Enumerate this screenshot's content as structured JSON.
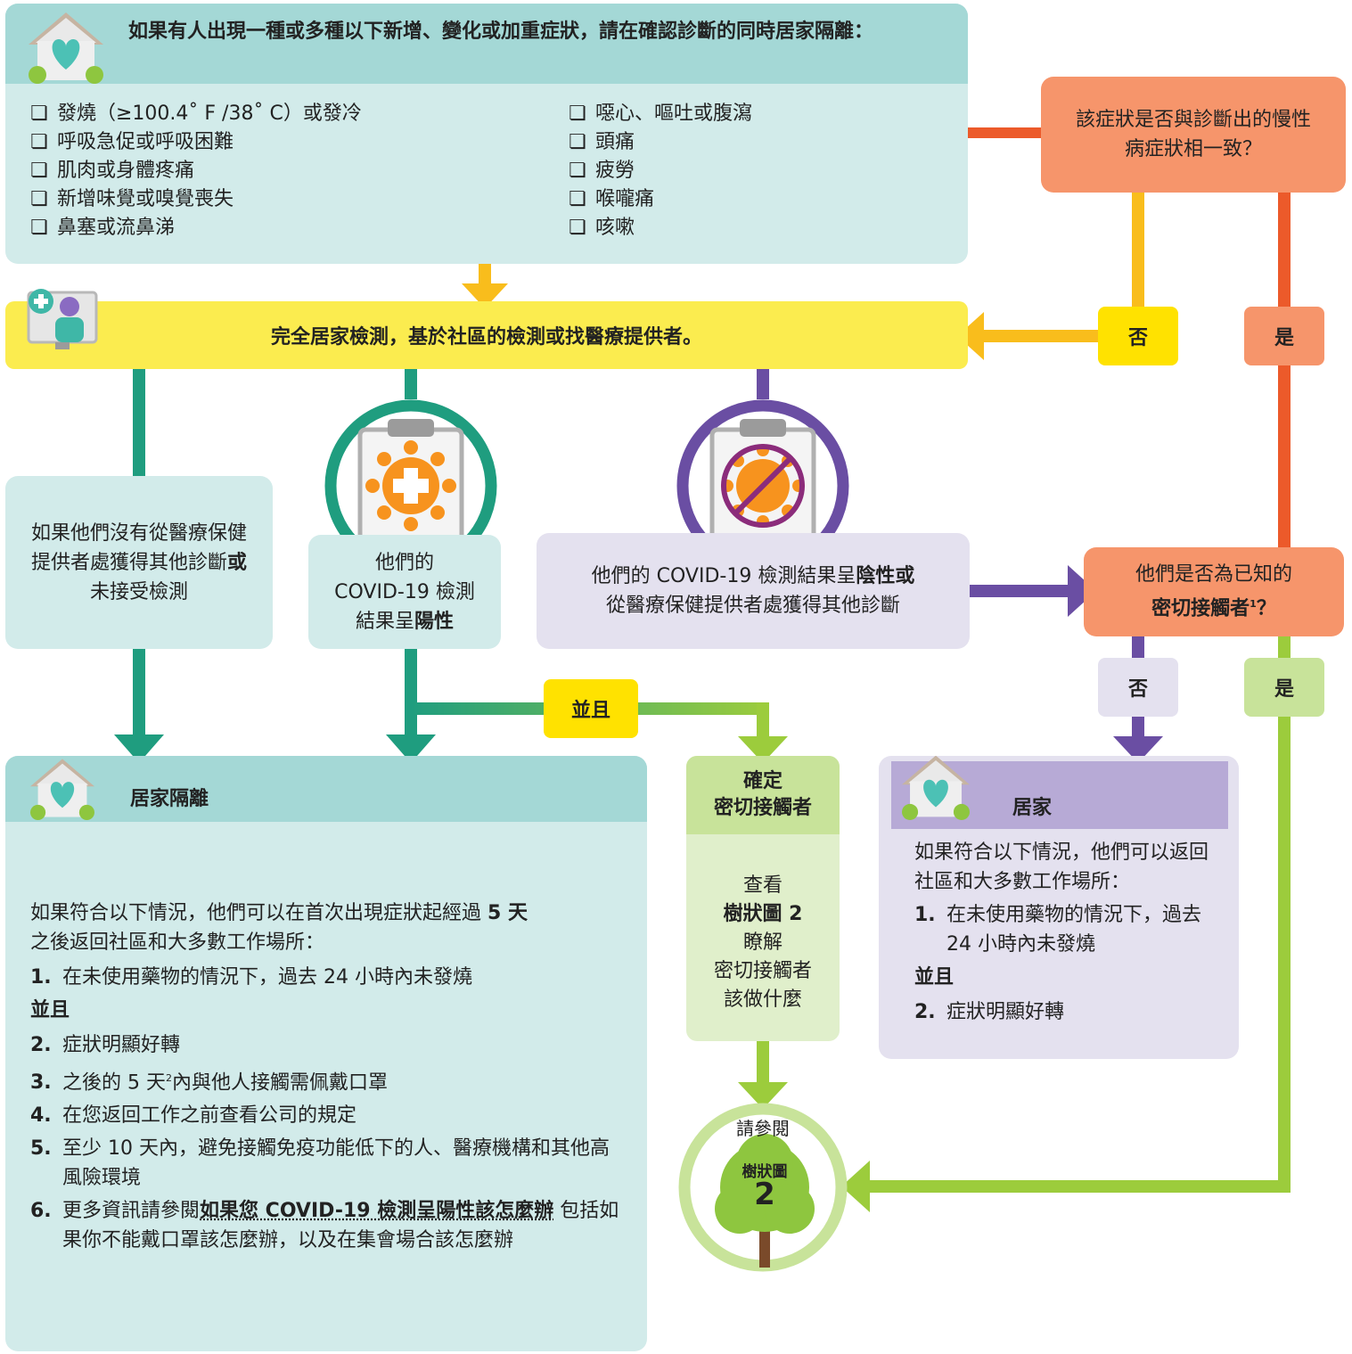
{
  "top_box": {
    "title": "如果有人出現一種或多種以下新增、變化或加重症狀，請在確認診斷的同時居家隔離：",
    "symptoms_left": [
      "發燒（≥100.4˚ F /38˚ C）或發冷",
      "呼吸急促或呼吸困難",
      "肌肉或身體疼痛",
      "新增味覺或嗅覺喪失",
      "鼻塞或流鼻涕"
    ],
    "symptoms_right": [
      "噁心、嘔吐或腹瀉",
      "頭痛",
      "疲勞",
      "喉嚨痛",
      "咳嗽"
    ]
  },
  "chronic_question": "該症狀是否與診斷出的慢性病症狀相一致？",
  "test_bar": "完全居家檢測，基於社區的檢測或找醫療提供者。",
  "badges": {
    "no": "否",
    "yes": "是",
    "and": "並且"
  },
  "no_test_box": {
    "pre": "如果他們沒有從醫療保健提供者處獲得其他診斷",
    "bold": "或",
    "post": "未接受檢測"
  },
  "positive_box": {
    "line1": "他們的",
    "line2": "COVID-19 檢測",
    "line3_pre": "結果呈",
    "line3_bold": "陽性"
  },
  "negative_box": {
    "pre": "他們的 COVID-19 檢測結果呈",
    "bold": "陰性或",
    "line2": "從醫療保健提供者處獲得其他診斷"
  },
  "contact_question": {
    "line1": "他們是否為已知的",
    "bold": "密切接觸者",
    "sup": "1",
    "end": "？"
  },
  "isolation": {
    "title": "居家隔離",
    "intro_pre": "如果符合以下情況，他們可以在首次出現症狀起經過 ",
    "intro_bold": "5 天",
    "intro_post": "之後返回社區和大多數工作場所：",
    "and_label": "並且",
    "steps": [
      {
        "n": "1.",
        "text": "在未使用藥物的情況下，過去 24 小時內未發燒"
      },
      {
        "n": "2.",
        "text": "症狀明顯好轉"
      },
      {
        "n": "3.",
        "pre": "之後的 5 天",
        "sup": "2",
        "post": "內與他人接觸需佩戴口罩"
      },
      {
        "n": "4.",
        "text": "在您返回工作之前查看公司的規定"
      },
      {
        "n": "5.",
        "text": "至少 10 天內，避免接觸免疫功能低下的人、醫療機構和其他高風險環境"
      },
      {
        "n": "6.",
        "pre": "更多資訊請參閱",
        "link": "如果您 COVID-19 檢測呈陽性該怎麼辦",
        "post": " 包括如果你不能戴口罩該怎麼辦，以及在集會場合該怎麼辦"
      }
    ]
  },
  "contacts_box": {
    "title_line1": "確定",
    "title_line2": "密切接觸者",
    "body": [
      "查看",
      "樹狀圖 2",
      "瞭解",
      "密切接觸者",
      "該做什麼"
    ]
  },
  "home_box": {
    "title": "居家",
    "intro": "如果符合以下情況，他們可以返回社區和大多數工作場所：",
    "step1_n": "1.",
    "step1": "在未使用藥物的情況下，過去 24 小時內未發燒",
    "and_label": "並且",
    "step2_n": "2.",
    "step2": "症狀明顯好轉"
  },
  "tree_ref": {
    "label": "請參閱",
    "tree_label": "樹狀圖",
    "tree_num": "2"
  },
  "colors": {
    "teal": "#1f9d7f",
    "yellow": "#f9bd1c",
    "orange_red": "#ec5a2a",
    "purple": "#6a4ea3",
    "lime": "#9ccc3c"
  }
}
